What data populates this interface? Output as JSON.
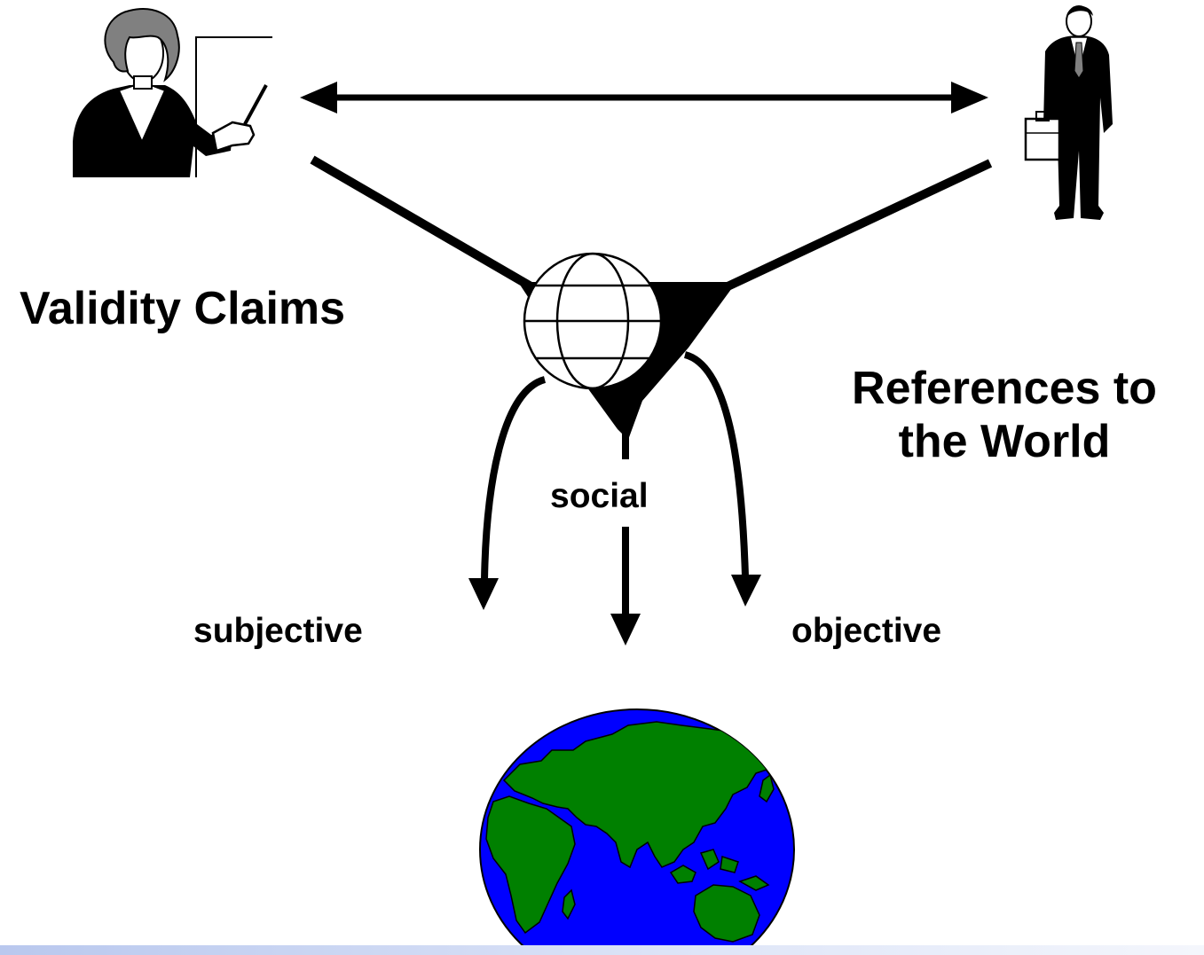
{
  "labels": {
    "validity_claims": "Validity Claims",
    "references_line1": "References to",
    "references_line2": "the World",
    "social": "social",
    "subjective": "subjective",
    "objective": "objective"
  },
  "colors": {
    "ocean": "#0000ff",
    "land": "#008000",
    "ink": "#000000",
    "hair": "#808080",
    "footer_bar": "#c7d3f2"
  },
  "icons": [
    "teacher-figure-icon",
    "businessman-figure-icon",
    "wireframe-globe-icon",
    "earth-globe-icon"
  ]
}
